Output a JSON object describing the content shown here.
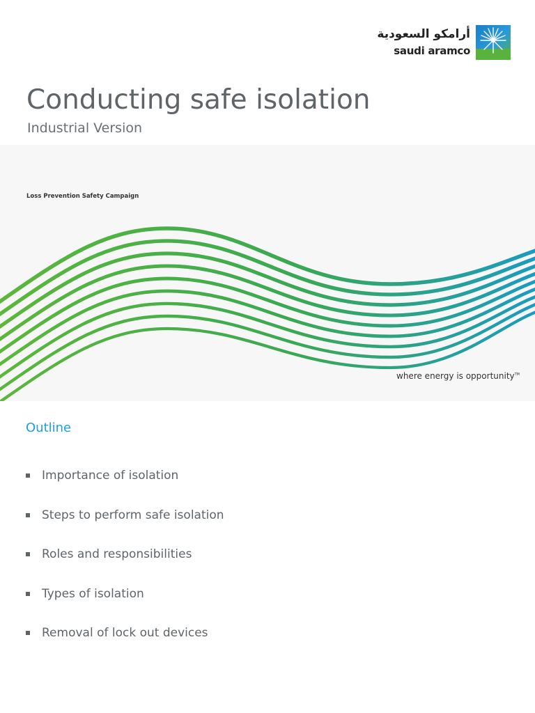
{
  "logo": {
    "arabic": "أرامكو السعودية",
    "latin": "saudi aramco",
    "icon": "aramco-star-icon",
    "colors": {
      "blue": "#1a7fc8",
      "green": "#57b33e"
    }
  },
  "title": "Conducting safe isolation",
  "subtitle": "Industrial Version",
  "campaign": "Loss Prevention Safety Campaign",
  "tagline": "where energy is opportunity",
  "tagline_mark": "TM",
  "waves": {
    "color_start": "#5cb83a",
    "color_end": "#1a9bc4",
    "line_count": 9
  },
  "outline": {
    "heading": "Outline",
    "heading_color": "#1e9fda",
    "items": [
      "Importance of isolation",
      "Steps to perform safe isolation",
      "Roles and responsibilities",
      "Types of isolation",
      "Removal of lock out devices"
    ]
  }
}
